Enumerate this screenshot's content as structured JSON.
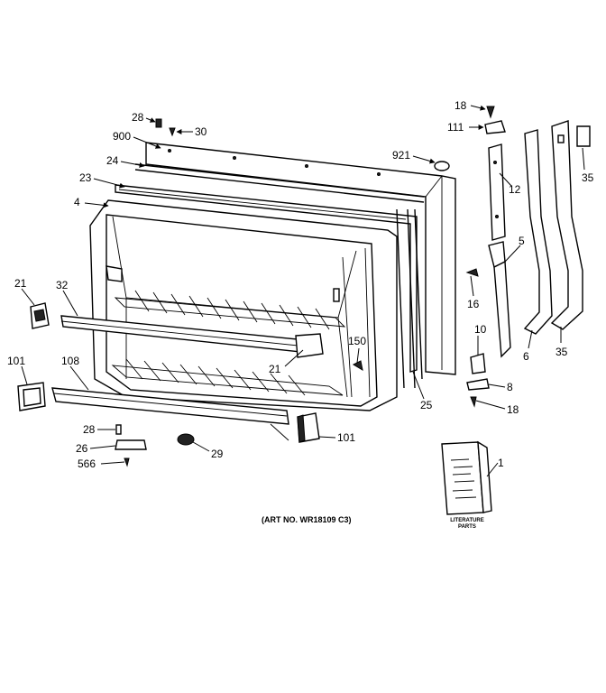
{
  "callouts": [
    "28",
    "900",
    "30",
    "24",
    "23",
    "4",
    "921",
    "18",
    "111",
    "12",
    "35",
    "5",
    "21",
    "32",
    "16",
    "10",
    "150",
    "101",
    "108",
    "21",
    "6",
    "35",
    "8",
    "18",
    "25",
    "28",
    "101",
    "26",
    "29",
    "566",
    "1"
  ],
  "literature": {
    "line1": "LITERATURE",
    "line2": "PARTS"
  },
  "art_number": "(ART NO. WR18109 C3)"
}
